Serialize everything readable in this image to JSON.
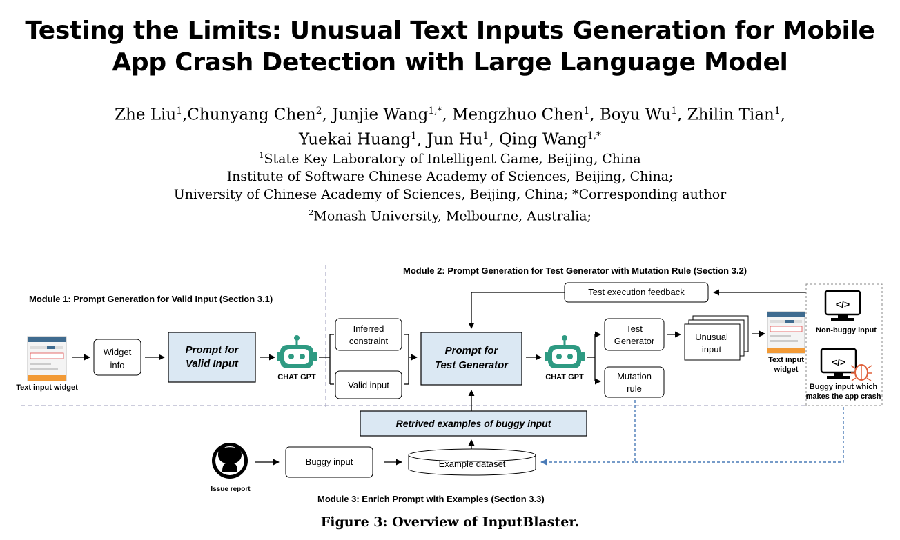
{
  "paper": {
    "title_line1": "Testing the Limits: Unusual Text Inputs Generation for Mobile",
    "title_line2": "App Crash Detection with Large Language Model",
    "authors_line1": [
      {
        "name": "Zhe Liu",
        "sup": "1"
      },
      {
        "name": "Chunyang Chen",
        "sup": "2"
      },
      {
        "name": "Junjie Wang",
        "sup": "1,*"
      },
      {
        "name": "Mengzhuo Chen",
        "sup": "1"
      },
      {
        "name": "Boyu Wu",
        "sup": "1"
      },
      {
        "name": "Zhilin Tian",
        "sup": "1"
      }
    ],
    "authors_line2": [
      {
        "name": "Yuekai Huang",
        "sup": "1"
      },
      {
        "name": "Jun Hu",
        "sup": "1"
      },
      {
        "name": "Qing Wang",
        "sup": "1,*"
      }
    ],
    "affiliations": [
      {
        "sup": "1",
        "text": "State Key Laboratory of Intelligent Game, Beijing, China"
      },
      {
        "sup": "",
        "text": "Institute of Software Chinese Academy of Sciences, Beijing, China;"
      },
      {
        "sup": "",
        "text": "University of Chinese Academy of Sciences, Beijing, China; *Corresponding author"
      },
      {
        "sup": "2",
        "text": "Monash University, Melbourne, Australia;"
      }
    ],
    "caption": "Figure 3: Overview of InputBlaster."
  },
  "figure": {
    "module1_title": "Module 1: Prompt Generation for Valid Input (Section 3.1)",
    "module2_title": "Module 2: Prompt Generation for Test Generator with Mutation Rule (Section 3.2)",
    "module3_title": "Module 3: Enrich Prompt with Examples (Section 3.3)",
    "text_input_widget": "Text input widget",
    "widget_info": [
      "Widget",
      "info"
    ],
    "prompt_valid": [
      "Prompt for",
      "Valid Input"
    ],
    "chat_gpt": "CHAT GPT",
    "inferred_constraint": [
      "Inferred",
      "constraint"
    ],
    "valid_input": "Valid input",
    "prompt_test": [
      "Prompt for",
      "Test Generator"
    ],
    "test_feedback": "Test execution feedback",
    "test_generator": [
      "Test",
      "Generator"
    ],
    "mutation_rule": [
      "Mutation",
      "rule"
    ],
    "unusual_input": [
      "Unusual",
      "input"
    ],
    "text_input_widget2": [
      "Text input",
      "widget"
    ],
    "non_buggy": "Non-buggy input",
    "buggy_crash": [
      "Buggy input which",
      "makes the app crash"
    ],
    "retrieved": "Retrived examples of buggy input",
    "buggy_input": "Buggy input",
    "example_dataset": "Example dataset",
    "issue_report": "Issue report",
    "colors": {
      "prompt_fill": "#dbe8f3",
      "robot": "#2e9a82",
      "bug": "#e0603a",
      "dash": "#4a7bb7"
    }
  }
}
